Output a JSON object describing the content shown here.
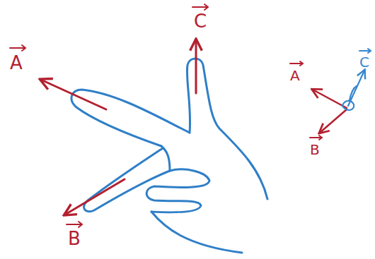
{
  "diagram": {
    "labels": [
      "A",
      "C",
      "B",
      "A",
      "C",
      "B"
    ]
  }
}
